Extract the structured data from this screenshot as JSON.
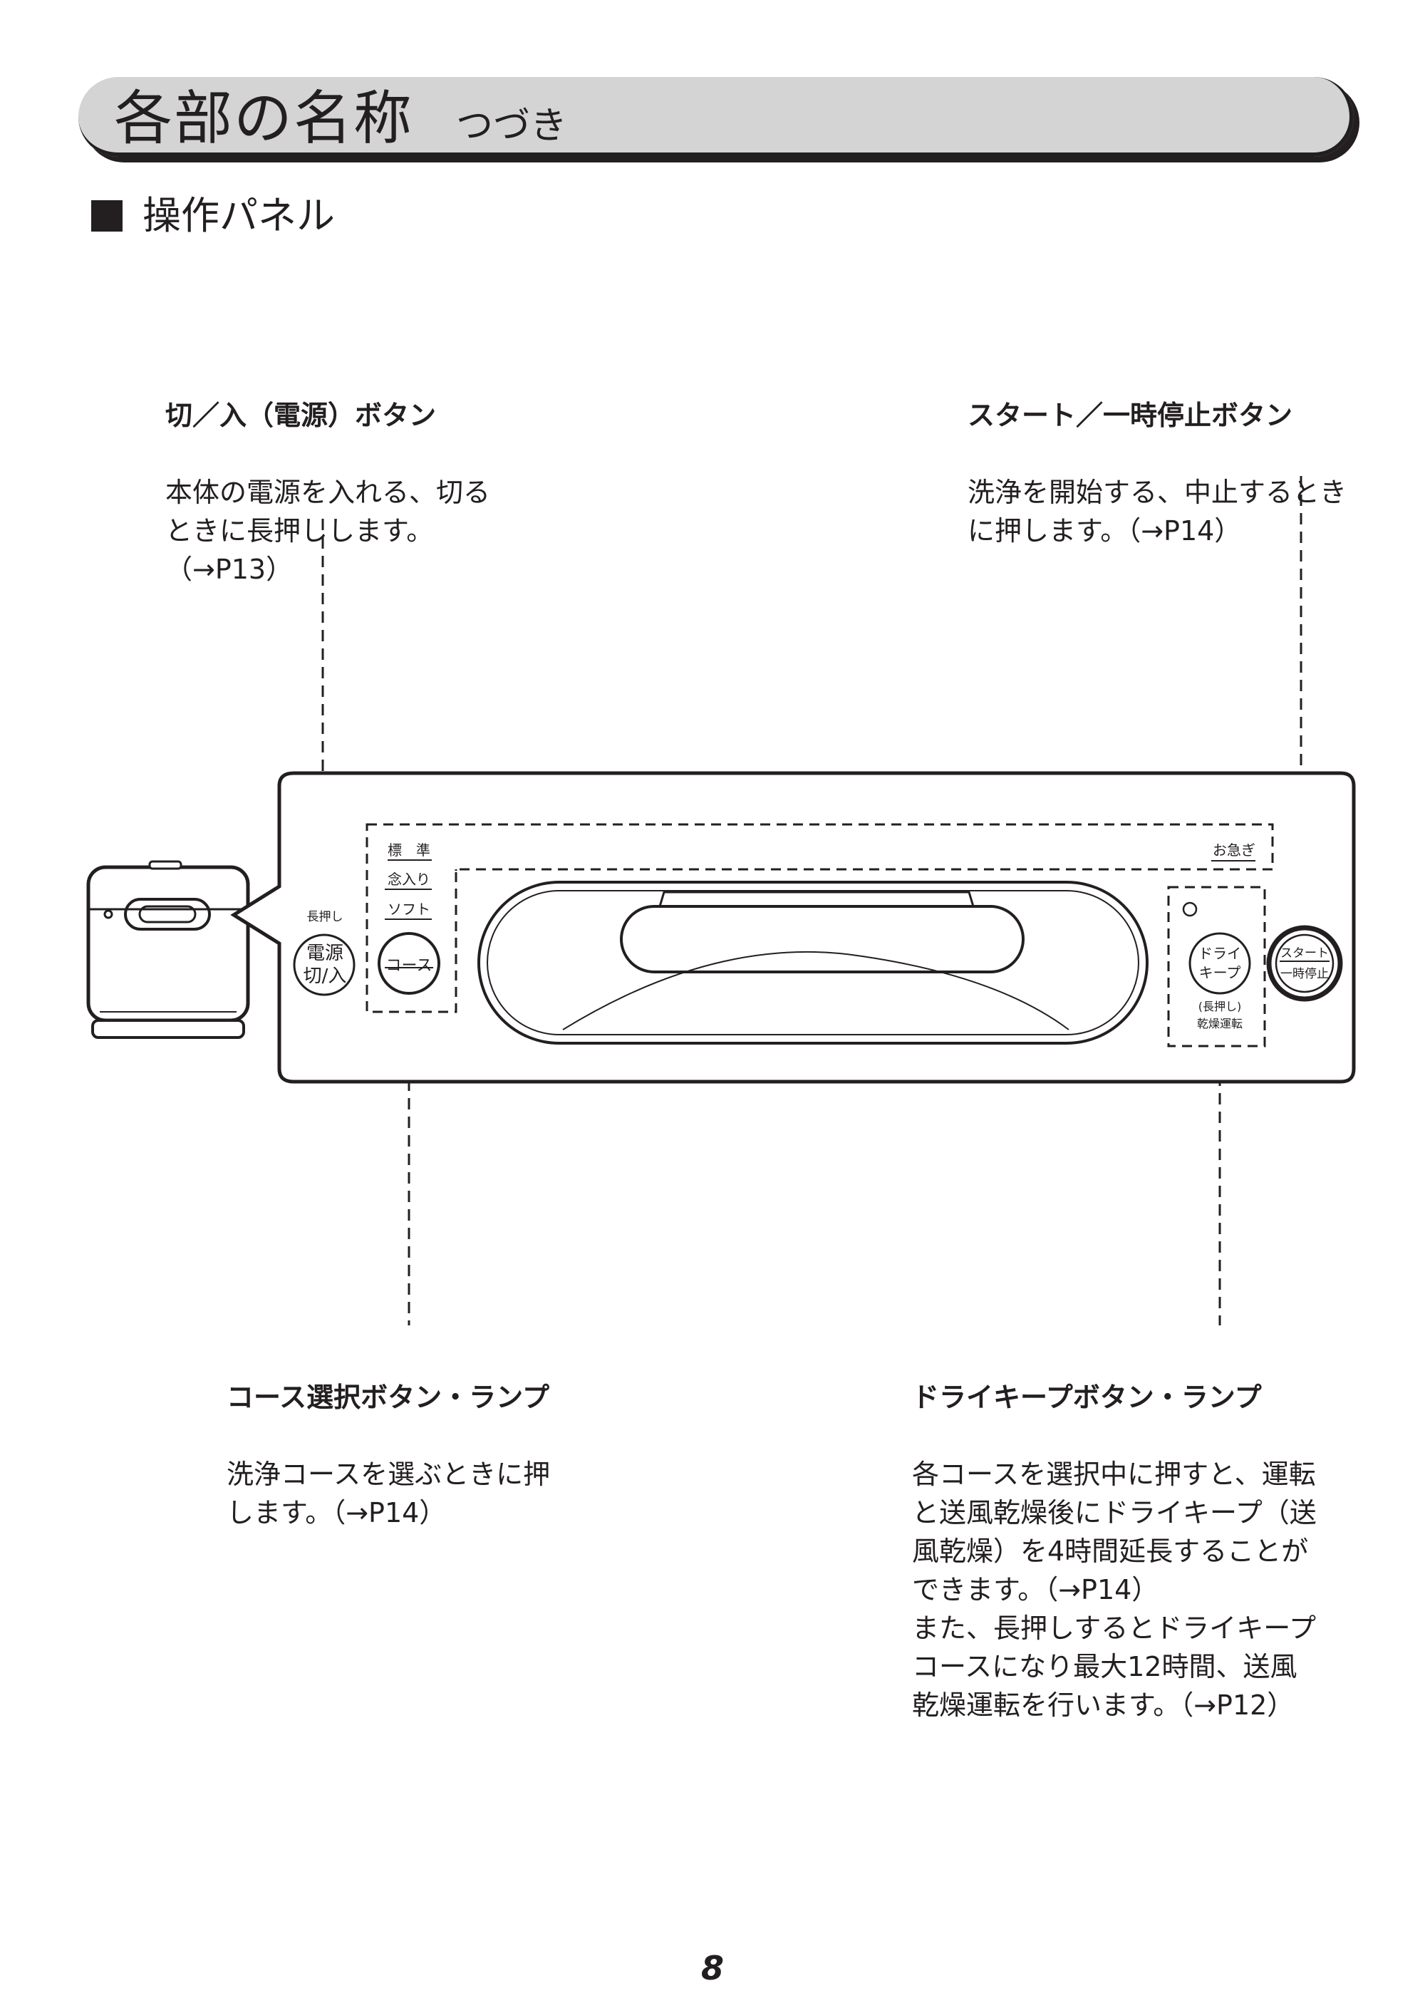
{
  "header": {
    "title": "各部の名称",
    "subtitle": "つづき"
  },
  "section": {
    "heading": "操作パネル"
  },
  "callouts": {
    "power": {
      "title": "切／入（電源）ボタン",
      "body": "本体の電源を入れる、切る\nときに長押しします。\n（→P13）"
    },
    "start": {
      "title": "スタート／一時停止ボタン",
      "body": "洗浄を開始する、中止するとき\nに押します。（→P14）"
    },
    "course": {
      "title": "コース選択ボタン・ランプ",
      "body": "洗浄コースを選ぶときに押\nします。（→P14）"
    },
    "drykeep": {
      "title": "ドライキープボタン・ランプ",
      "body": "各コースを選択中に押すと、運転\nと送風乾燥後にドライキープ（送\n風乾燥）を4時間延長することが\nできます。（→P14）\nまた、長押しするとドライキープ\nコースになり最大12時間、送風\n乾燥運転を行います。（→P12）"
    }
  },
  "panel": {
    "power_hint": "長押し",
    "power_label_1": "電源",
    "power_label_2": "切/入",
    "course_option_1": "標　準",
    "course_option_2": "念入り",
    "course_option_3": "ソフト",
    "course_button": "コース",
    "quick_label": "お急ぎ",
    "drykeep_button_1": "ドライ",
    "drykeep_button_2": "キープ",
    "drykeep_hint_1": "(長押し)",
    "drykeep_hint_2": "乾燥運転",
    "start_button_1": "スタート",
    "start_button_2": "一時停止"
  },
  "footer": {
    "page_number": "8"
  }
}
